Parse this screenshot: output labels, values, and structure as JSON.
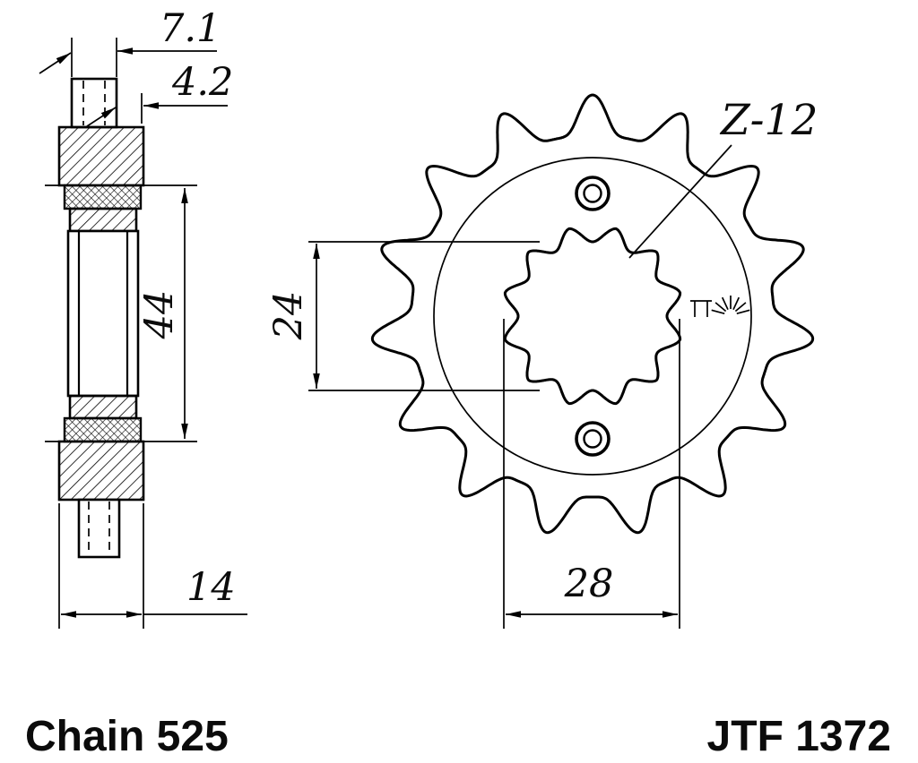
{
  "meta": {
    "colors": {
      "ink": "#000000",
      "background": "#ffffff"
    },
    "drawing_type": "sprocket technical drawing"
  },
  "side_view": {
    "dim_top_width": "7.1",
    "dim_offset": "4.2",
    "dim_hub_diameter": "44",
    "dim_total_width": "14"
  },
  "front_view": {
    "teeth_count_label": "Z-12",
    "dim_across_flats": "24",
    "dim_across_peaks": "28"
  },
  "footer": {
    "chain_label": "Chain 525",
    "part_number": "JTF 1372"
  },
  "icons": {
    "surface_finish": "sunburst-rays-icon"
  }
}
